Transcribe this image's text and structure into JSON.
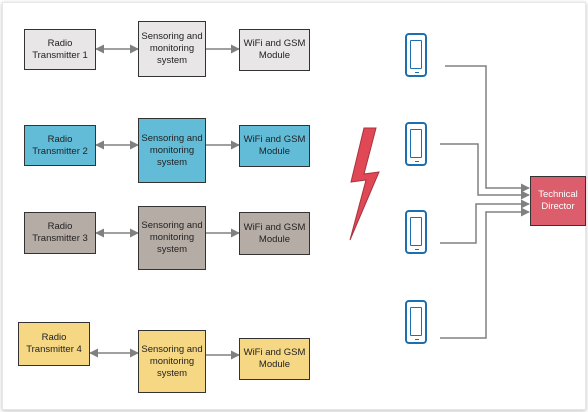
{
  "colors": {
    "row1": "#e8e6e7",
    "row2": "#62bcd8",
    "row3": "#b6aca6",
    "row4": "#f6d784",
    "director": "#dc5d6b",
    "phone": "#1e6fb0",
    "bolt": "#e04855",
    "connector": "#808080"
  },
  "rows": [
    {
      "transmitter": "Radio\nTransmitter 1",
      "sensor": "Sensoring and\nmonitoring\nsystem",
      "module": "WiFi and GSM\nModule"
    },
    {
      "transmitter": "Radio\nTransmitter 2",
      "sensor": "Sensoring and\nmonitoring\nsystem",
      "module": "WiFi and GSM\nModule"
    },
    {
      "transmitter": "Radio\nTransmitter 3",
      "sensor": "Sensoring and\nmonitoring\nsystem",
      "module": "WiFi and GSM\nModule"
    },
    {
      "transmitter": "Radio\nTransmitter 4",
      "sensor": "Sensoring and\nmonitoring\nsystem",
      "module": "WiFi and GSM\nModule"
    }
  ],
  "director": {
    "label": "Technical\nDirector"
  },
  "icons": {
    "phones": "smartphone-icon",
    "bolt": "lightning-icon"
  }
}
